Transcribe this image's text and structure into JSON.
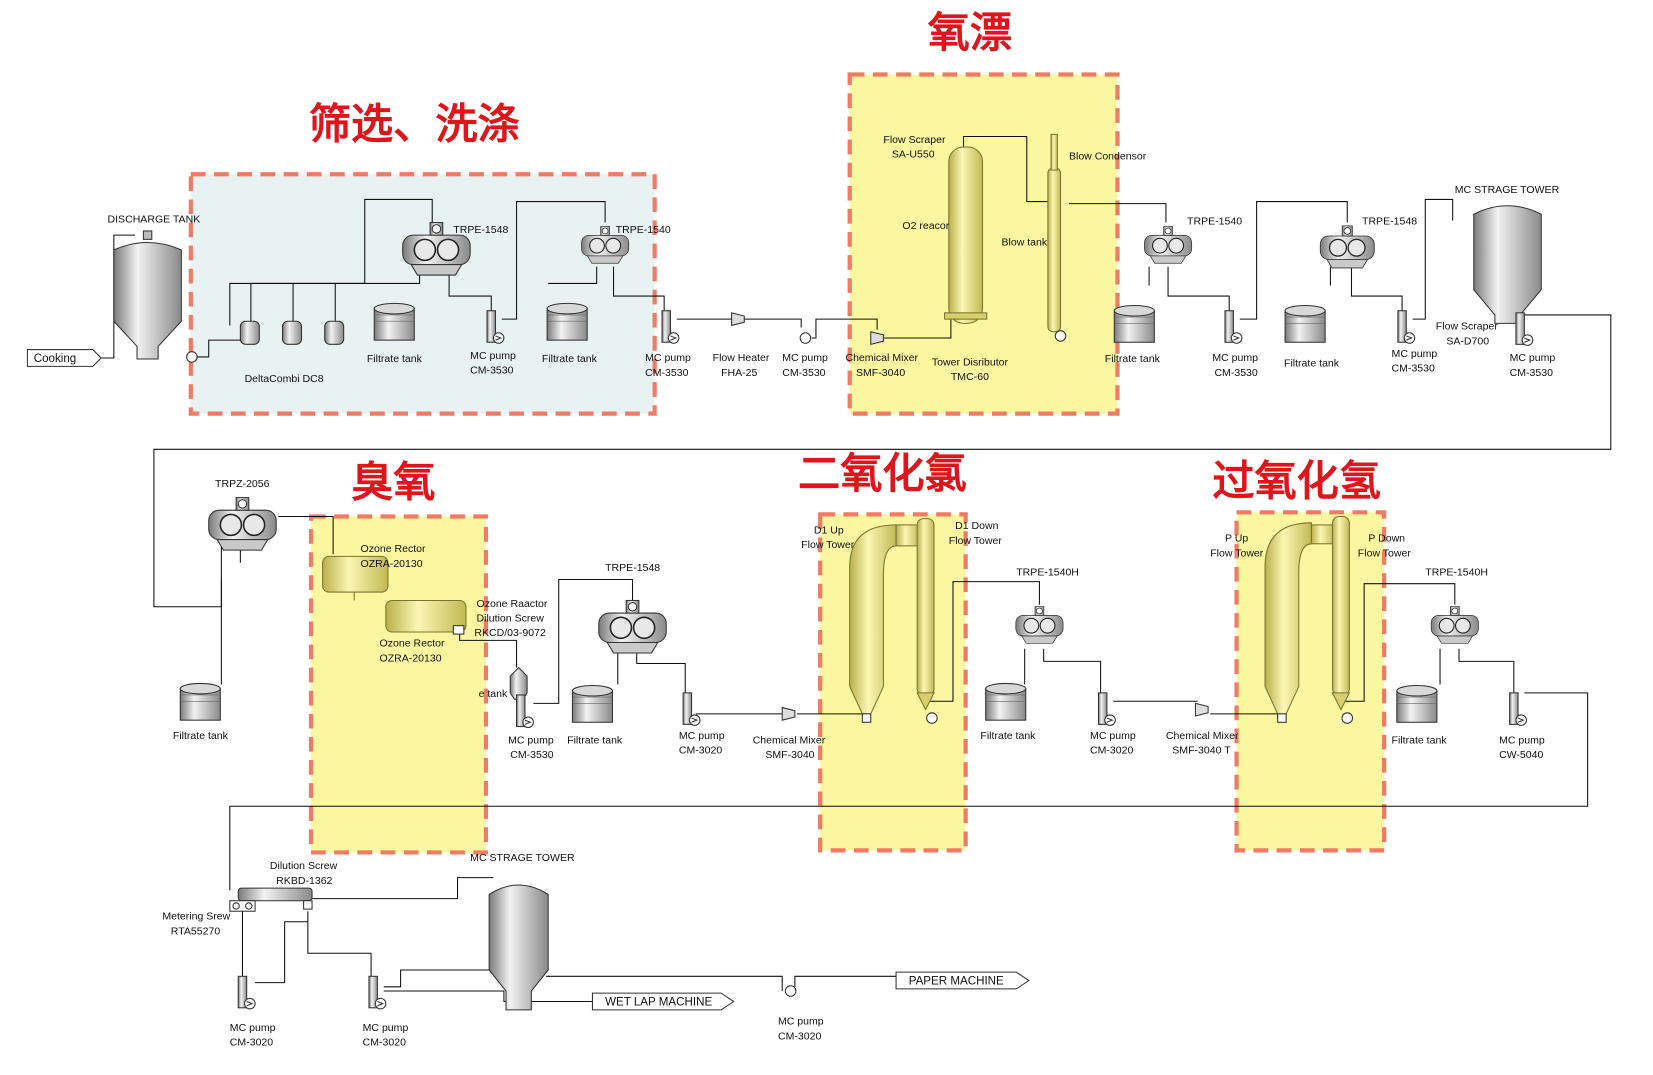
{
  "section_titles": {
    "screening": "筛选、洗涤",
    "oxygen": "氧漂",
    "ozone": "臭氧",
    "chlorine_dioxide": "二氧化氯",
    "peroxide": "过氧化氢"
  },
  "colors": {
    "zone_border": "#f07b62",
    "zone_fill_screening": "#e9f2f2",
    "zone_fill_bleach": "#fbf7a0",
    "title": "#e0141b",
    "line": "#111111",
    "vessel_yellow": "#efe88a"
  },
  "row1": {
    "cooking": "Cooking",
    "discharge_tank": "DISCHARGE TANK",
    "deltacombi": "DeltaCombi DC8",
    "trpe1548_a": "TRPE-1548",
    "trpe1540_a": "TRPE-1540",
    "filtrate_a1": "Filtrate tank",
    "filtrate_a2": "Filtrate tank",
    "mcpump_a1": "MC pump",
    "mcpump_a1_code": "CM-3530",
    "mcpump_a2": "MC pump",
    "mcpump_a2_code": "CM-3530",
    "flow_heater": "Flow Heater",
    "flow_heater_code": "FHA-25",
    "mcpump_a3": "MC pump",
    "mcpump_a3_code": "CM-3530",
    "chem_mixer": "Chemical Mixer",
    "chem_mixer_code": "SMF-3040",
    "flow_scraper": "Flow Scraper",
    "flow_scraper_code": "SA-U550",
    "o2_reactor": "O2 reacor",
    "tower_distributor": "Tower Disributor",
    "tower_distributor_code": "TMC-60",
    "blow_tank": "Blow tank",
    "blow_condensor": "Blow Condensor",
    "trpe1540_b": "TRPE-1540",
    "trpe1548_b": "TRPE-1548",
    "filtrate_b1": "Filtrate tank",
    "filtrate_b2": "Filtrate tank",
    "mcpump_b1": "MC pump",
    "mcpump_b1_code": "CM-3530",
    "mcpump_b2": "MC pump",
    "mcpump_b2_code": "CM-3530",
    "mc_strage_tower": "MC STRAGE TOWER",
    "flow_scraper2": "Flow Scraper",
    "flow_scraper2_code": "SA-D700",
    "mcpump_b3": "MC pump",
    "mcpump_b3_code": "CM-3530"
  },
  "row2": {
    "trpz": "TRPZ-2056",
    "filtrate_c1": "Filtrate tank",
    "ozone_rector1": "Ozone Rector",
    "ozone_rector1_code": "OZRA-20130",
    "ozone_rector2": "Ozone Rector",
    "ozone_rector2_code": "OZRA-20130",
    "ozone_dilution_1": "Ozone Raactor",
    "ozone_dilution_2": "Dilution Screw",
    "ozone_dilution_code": "RKCD/03-9072",
    "tank_small": "e tank",
    "mcpump_c1": "MC pump",
    "mcpump_c1_code": "CM-3530",
    "trpe1548_c": "TRPE-1548",
    "filtrate_c2": "Filtrate tank",
    "mcpump_c2": "MC pump",
    "mcpump_c2_code": "CM-3020",
    "chem_mixer_c": "Chemical Mixer",
    "chem_mixer_c_code": "SMF-3040",
    "d1_up_1": "D1 Up",
    "d1_up_2": "Flow Tower",
    "d1_down_1": "D1 Down",
    "d1_down_2": "Flow Tower",
    "trpe1540h_a": "TRPE-1540H",
    "filtrate_d1": "Filtrate tank",
    "mcpump_d1": "MC pump",
    "mcpump_d1_code": "CM-3020",
    "chem_mixer_d": "Chemical Mixer",
    "chem_mixer_d_code": "SMF-3040 T",
    "p_up_1": "P Up",
    "p_up_2": "Flow Tower",
    "p_down_1": "P Down",
    "p_down_2": "Flow Tower",
    "trpe1540h_b": "TRPE-1540H",
    "filtrate_d2": "Filtrate tank",
    "mcpump_d2": "MC pump",
    "mcpump_d2_code": "CW-5040"
  },
  "row3": {
    "dilution_screw": "Dilution Screw",
    "dilution_screw_code": "RKBD-1362",
    "metering": "Metering Srew",
    "metering_code": "RTA55270",
    "mc_strage_tower2": "MC STRAGE TOWER",
    "mcpump_e1": "MC pump",
    "mcpump_e1_code": "CM-3020",
    "mcpump_e2": "MC pump",
    "mcpump_e2_code": "CM-3020",
    "mcpump_e3": "MC pump",
    "mcpump_e3_code": "CM-3020",
    "wet_lap": "WET LAP MACHINE",
    "paper_machine": "PAPER MACHINE"
  }
}
